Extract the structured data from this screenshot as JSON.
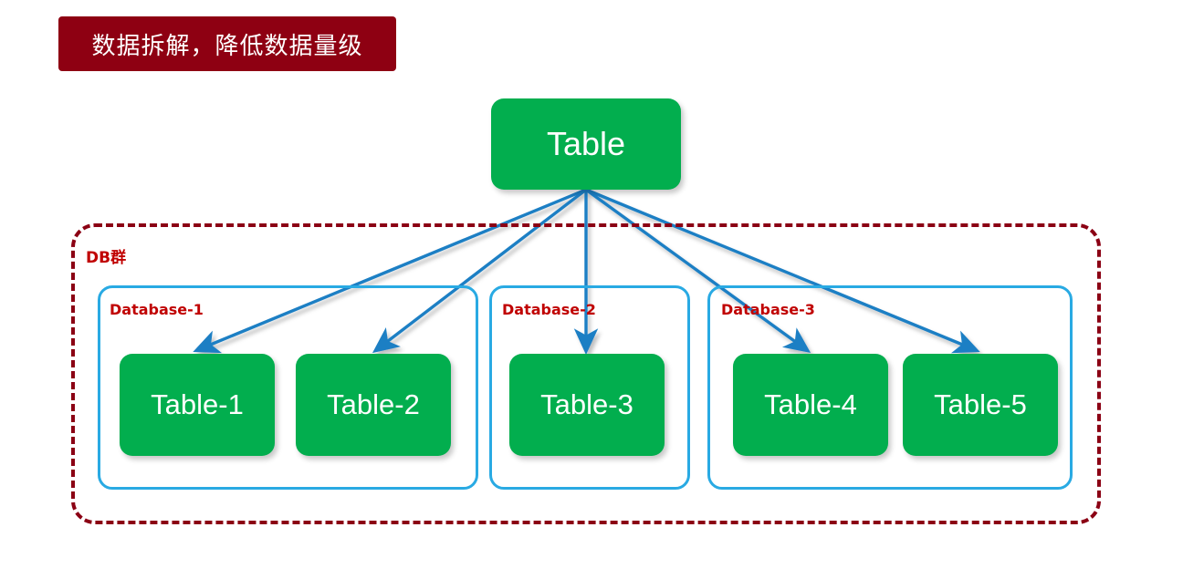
{
  "title_banner": {
    "text": "数据拆解，降低数据量级",
    "background": "#8E0012",
    "text_color": "#FFFFFF"
  },
  "root_node": {
    "label": "Table",
    "color": "#02AE4E",
    "text_color": "#FFFFFF"
  },
  "db_group": {
    "label": "DB群",
    "border_color": "#8B0014",
    "label_color": "#C00000",
    "border_style": "dashed"
  },
  "databases": [
    {
      "label": "Database-1",
      "border_color": "#29AAE3",
      "label_color": "#C00000",
      "tables": [
        {
          "label": "Table-1",
          "color": "#02AE4E"
        },
        {
          "label": "Table-2",
          "color": "#02AE4E"
        }
      ]
    },
    {
      "label": "Database-2",
      "border_color": "#29AAE3",
      "label_color": "#C00000",
      "tables": [
        {
          "label": "Table-3",
          "color": "#02AE4E"
        }
      ]
    },
    {
      "label": "Database-3",
      "border_color": "#29AAE3",
      "label_color": "#C00000",
      "tables": [
        {
          "label": "Table-4",
          "color": "#02AE4E"
        },
        {
          "label": "Table-5",
          "color": "#02AE4E"
        }
      ]
    }
  ],
  "connectors": {
    "color": "#1F7FC4",
    "from": "Table",
    "to": [
      "Table-1",
      "Table-2",
      "Table-3",
      "Table-4",
      "Table-5"
    ],
    "count": 5
  }
}
